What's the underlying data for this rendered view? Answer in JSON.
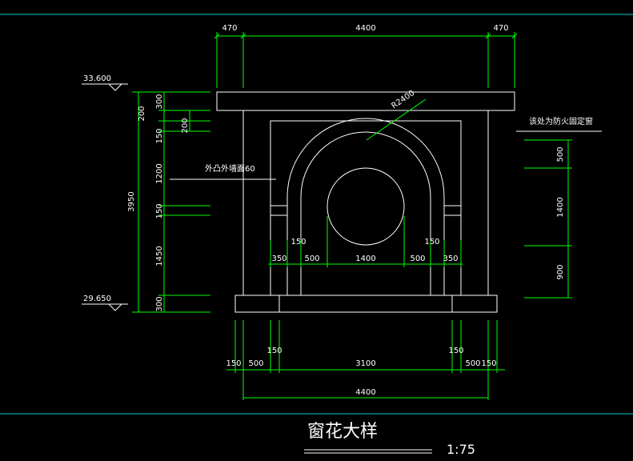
{
  "title": "窗花大样",
  "scale": "1:75",
  "notes": {
    "top_right": "该处为防火固定窗",
    "wall_face": "外凸外墙面60",
    "radius": "R2400"
  },
  "levels": {
    "top": "33.600",
    "bottom": "29.650"
  },
  "dims": {
    "top_left": "470",
    "top_mid": "4400",
    "top_right": "470",
    "left_total": "3950",
    "left_200": "200",
    "left_300a": "300",
    "left_150a": "150",
    "left_1200": "1200",
    "left_150b": "150",
    "left_1450": "1450",
    "left_300b": "300",
    "inner_200": "200",
    "right_500": "500",
    "right_1400": "1400",
    "right_900": "900",
    "mid_350a": "350",
    "mid_500a": "500",
    "mid_1400": "1400",
    "mid_500b": "500",
    "mid_350b": "350",
    "mid_150a": "150",
    "mid_150b": "150",
    "bot_150a": "150",
    "bot_500a": "500",
    "bot_150b": "150",
    "bot_3100": "3100",
    "bot_150c": "150",
    "bot_500b": "500",
    "bot_150d": "150",
    "bot_total": "4400"
  },
  "colors": {
    "line": "#00ff00",
    "outline": "#ffffff",
    "border": "#00ffff",
    "background": "#000000"
  }
}
